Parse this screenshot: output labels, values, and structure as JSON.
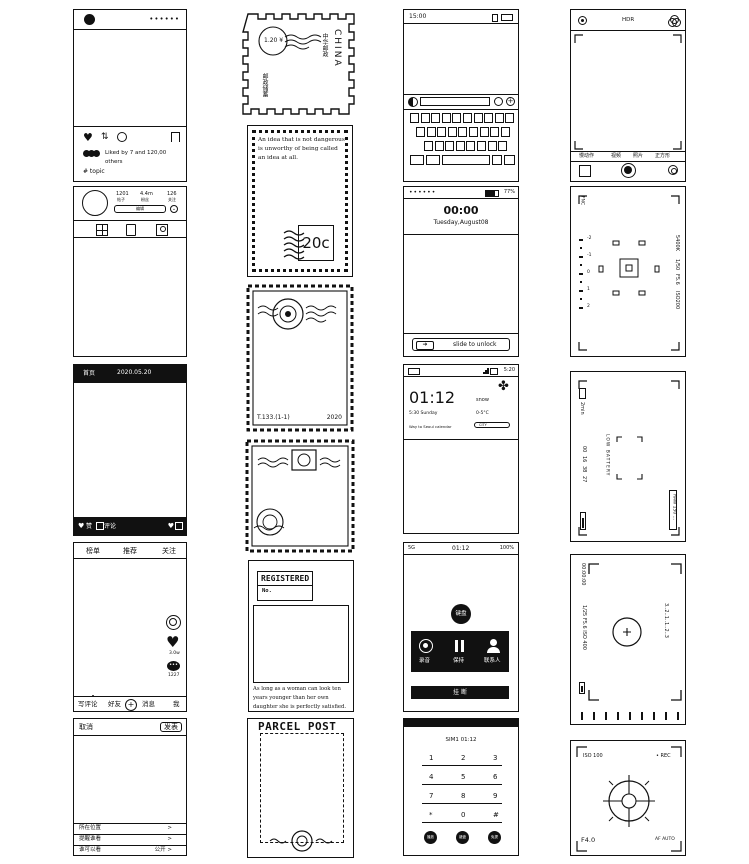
{
  "col1": {
    "social": {
      "like_text": "Liked by 7 and 120,00",
      "others": "others",
      "topic": "# topic"
    },
    "profile": {
      "stats": [
        "1201",
        "4.4m",
        "126"
      ],
      "stat_labels": [
        "帖子",
        "粉丝",
        "关注"
      ],
      "edit_label": "编辑"
    },
    "feed": {
      "home": "首页",
      "date": "2020.05.20",
      "like": "赞",
      "comment": "评论"
    },
    "video": {
      "tabs": [
        "榜单",
        "推荐",
        "关注"
      ],
      "like_count": "3.0w",
      "comment_count": "1227",
      "bottom_tabs": [
        "写评论",
        "好友",
        "消息",
        "我"
      ]
    },
    "post": {
      "cancel": "取消",
      "publish": "发表",
      "rows": [
        "所在位置",
        "提醒谁看",
        "谁可以看"
      ],
      "row_values": [
        ">",
        ">",
        "公开 >"
      ]
    }
  },
  "col2": {
    "stamp1": {
      "price": "1.20 ¥",
      "country": "CHINA",
      "side": "中华邮政",
      "bottom": "邮政储蓄"
    },
    "stamp2": {
      "quote": "An idea that is not dangerous is unworthy of being called an idea at all.",
      "value": "20c"
    },
    "stamp3": {
      "code": "T.133.(1-1)",
      "year": "2020"
    },
    "stamp5": {
      "title": "REGISTERED",
      "no": "No.",
      "quote": "As long as a woman can look ten years younger than her own daughter she is perfectly satisfied."
    },
    "stamp6": {
      "title": "PARCEL POST"
    }
  },
  "col3": {
    "keyboard": {
      "time": "15:00"
    },
    "lock": {
      "time": "00:00",
      "date": "Tuesday,August08",
      "battery": "77%",
      "unlock": "slide to unlock"
    },
    "widget": {
      "status_time": "5:20",
      "time": "01:12",
      "weather": "snow",
      "date": "5:30  Sunday",
      "temp": "0-5°C",
      "city_line": "Way to Seoul calendar",
      "city": "CITY"
    },
    "call": {
      "net": "5G",
      "time": "01:12",
      "battery": "100%",
      "keypad": "键盘",
      "actions": [
        "录音",
        "保持",
        "联系人"
      ],
      "hangup": "挂 断"
    },
    "dialer": {
      "sim": "SIM1 01:12",
      "keys": [
        "1",
        "2",
        "3",
        "4",
        "5",
        "6",
        "7",
        "8",
        "9",
        "*",
        "0",
        "#"
      ],
      "bottom": [
        "播放",
        "键盘",
        "免提"
      ]
    }
  },
  "col4": {
    "cam1": {
      "mode": "HDR",
      "modes": [
        "慢动作",
        "视频",
        "照片",
        "正方形"
      ]
    },
    "cam2": {
      "left": "FNC",
      "scale": [
        "-2",
        "-1",
        "0",
        "1",
        "2"
      ],
      "right": [
        "5400K",
        "1/50",
        "F5.6",
        "ISO200"
      ]
    },
    "cam3": {
      "left": "2min",
      "nums": [
        "00",
        "16",
        "38",
        "27"
      ],
      "low": "LOW BATTERY",
      "raw": "RAW 150 ..."
    },
    "cam4": {
      "time": "00:00:00",
      "exp": "1/25  F5.6  ISO 400",
      "scale": "3..2..1..1..2..3"
    },
    "cam5": {
      "iso": "ISO 100",
      "rec": "• REC",
      "f": "F4.0",
      "af": "AF AUTO"
    }
  }
}
